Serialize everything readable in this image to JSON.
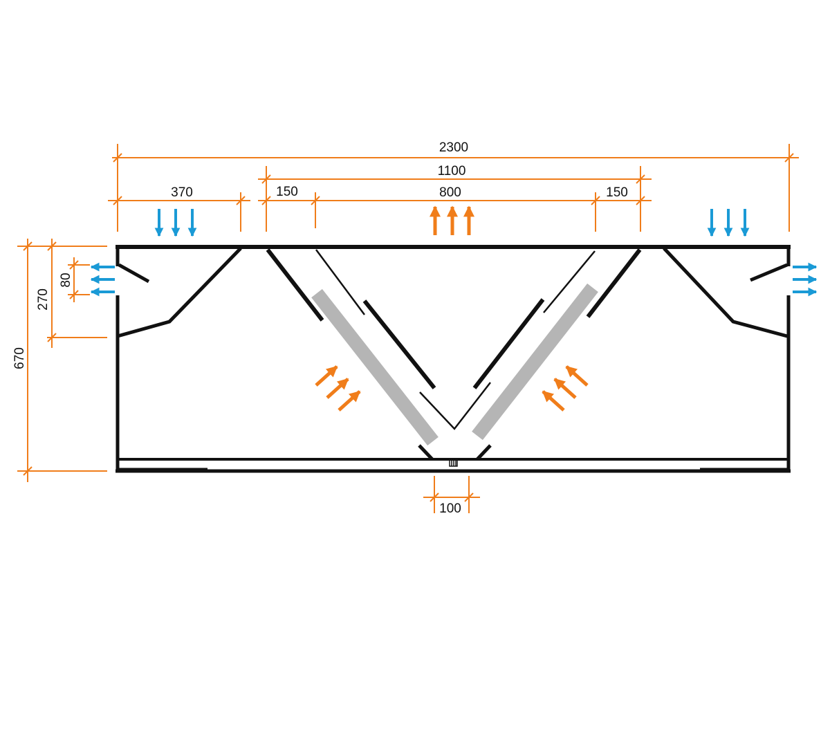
{
  "colors": {
    "dimension": "#f07d1a",
    "structure": "#111111",
    "filter": "#b5b5b5",
    "cool_air": "#1a9ad6",
    "warm_air": "#f07d1a",
    "background": "#ffffff"
  },
  "dimensions": {
    "overall_width": "2300",
    "center_section_width": "1100",
    "left_plenum_width": "370",
    "left_lip": "150",
    "center_opening": "800",
    "right_lip": "150",
    "overall_height": "670",
    "plenum_depth": "270",
    "side_slot_height": "80",
    "drain_width": "100"
  },
  "airflow": {
    "left_top_supply": "cool-air-downward-arrows",
    "right_top_supply": "cool-air-downward-arrows",
    "left_side_discharge": "cool-air-leftward-arrows",
    "right_side_discharge": "cool-air-rightward-arrows",
    "center_exhaust": "warm-air-upward-arrows",
    "left_filter_intake": "warm-air-diagonal-arrows",
    "right_filter_intake": "warm-air-diagonal-arrows"
  }
}
